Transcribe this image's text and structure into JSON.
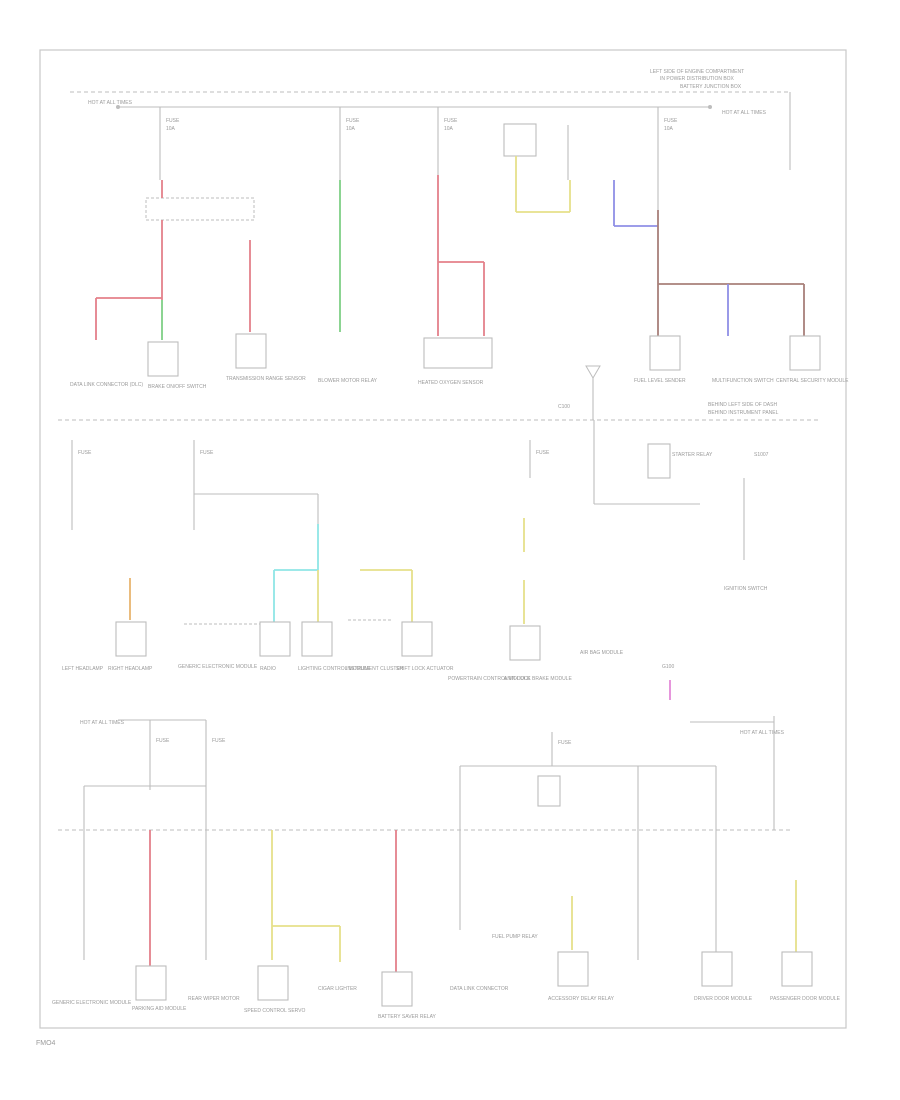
{
  "header": {
    "line1": "LEFT SIDE OF ENGINE COMPARTMENT",
    "line2": "IN POWER DISTRIBUTION BOX",
    "line3": "BATTERY JUNCTION BOX"
  },
  "labels": {
    "fuse_a": "FUSE",
    "fuse_amp": "10A",
    "hot_at_all_times": "HOT AT ALL TIMES",
    "splice": "S1007",
    "mid_ground_label": "BEHIND LEFT SIDE OF DASH",
    "mid_ground_label2": "BEHIND INSTRUMENT PANEL",
    "ground": "G100",
    "connector": "C100",
    "page_number": "FMO4"
  },
  "components_top": [
    {
      "id": "t1",
      "name": "DATA LINK CONNECTOR (DLC)"
    },
    {
      "id": "t2",
      "name": "BRAKE ON/OFF SWITCH"
    },
    {
      "id": "t3",
      "name": "TRANSMISSION RANGE SENSOR"
    },
    {
      "id": "t4",
      "name": "HEATED OXYGEN SENSOR"
    },
    {
      "id": "t5",
      "name": "BLOWER MOTOR RELAY"
    },
    {
      "id": "t6",
      "name": "FUEL LEVEL SENDER"
    },
    {
      "id": "t7",
      "name": "MULTIFUNCTION SWITCH"
    },
    {
      "id": "t8",
      "name": "CENTRAL SECURITY MODULE"
    }
  ],
  "components_mid": [
    {
      "id": "m1",
      "name": "LEFT HEADLAMP"
    },
    {
      "id": "m2",
      "name": "RIGHT HEADLAMP"
    },
    {
      "id": "m3",
      "name": "GENERIC ELECTRONIC MODULE"
    },
    {
      "id": "m4",
      "name": "RADIO"
    },
    {
      "id": "m5",
      "name": "LIGHTING CONTROL MODULE"
    },
    {
      "id": "m6",
      "name": "INSTRUMENT CLUSTER"
    },
    {
      "id": "m7",
      "name": "SHIFT LOCK ACTUATOR"
    },
    {
      "id": "m8",
      "name": "POWERTRAIN CONTROL MODULE"
    },
    {
      "id": "m9",
      "name": "ANTI-LOCK BRAKE MODULE"
    },
    {
      "id": "m10",
      "name": "AIR BAG MODULE"
    },
    {
      "id": "m11",
      "name": "IGNITION SWITCH"
    },
    {
      "id": "m12",
      "name": "STARTER RELAY"
    }
  ],
  "components_bottom": [
    {
      "id": "b1",
      "name": "GENERIC ELECTRONIC MODULE"
    },
    {
      "id": "b2",
      "name": "PARKING AID MODULE"
    },
    {
      "id": "b3",
      "name": "REAR WIPER MOTOR"
    },
    {
      "id": "b4",
      "name": "SPEED CONTROL SERVO"
    },
    {
      "id": "b5",
      "name": "DATA LINK CONNECTOR"
    },
    {
      "id": "b6",
      "name": "FUEL PUMP RELAY"
    },
    {
      "id": "b7",
      "name": "CIGAR LIGHTER"
    },
    {
      "id": "b8",
      "name": "BATTERY SAVER RELAY"
    },
    {
      "id": "b9",
      "name": "ACCESSORY DELAY RELAY"
    },
    {
      "id": "b10",
      "name": "DRIVER DOOR MODULE"
    },
    {
      "id": "b11",
      "name": "PASSENGER DOOR MODULE"
    }
  ],
  "colors": {
    "line_gray": "#bdbdbd",
    "wire_red": "#e4808a",
    "wire_green": "#7fcf86",
    "wire_yellow": "#e6e08a",
    "wire_blue": "#8f8fe6",
    "wire_brown": "#a8807a",
    "wire_cyan": "#8fe6e6",
    "wire_orange": "#e8b470",
    "wire_pink": "#e48ad8"
  }
}
